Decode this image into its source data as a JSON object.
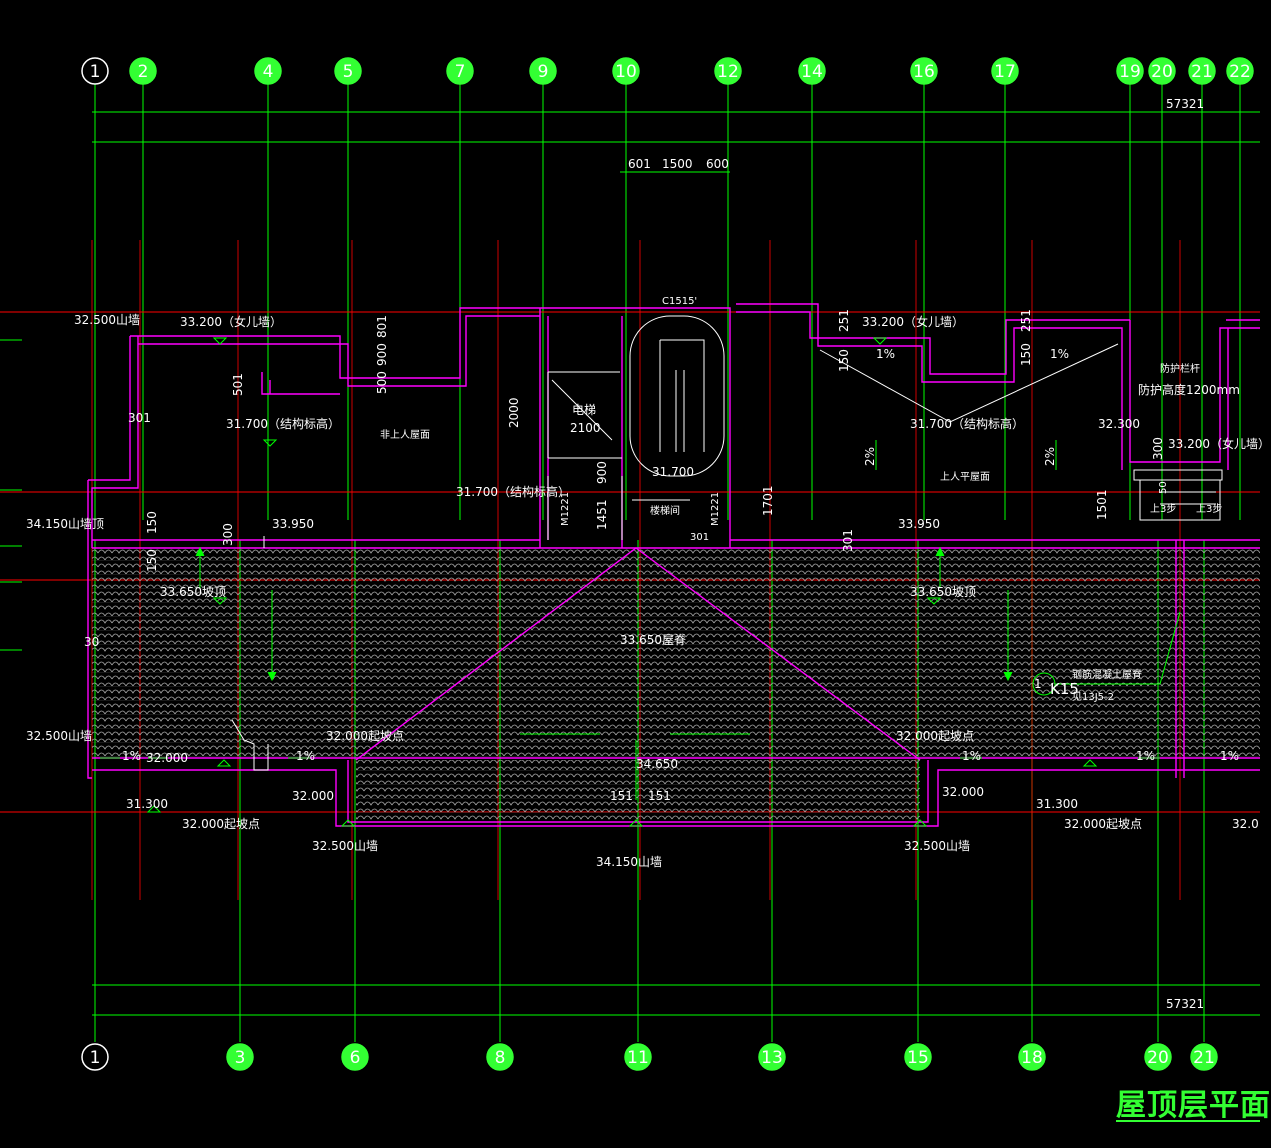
{
  "drawing": {
    "title": "屋顶层平面",
    "colors": {
      "background": "#000000",
      "axis": "#00ff00",
      "axis_bubble": "#33ff33",
      "cut_line": "#ff0000",
      "wall": "#ff00ff",
      "outline": "#ffffff",
      "roof_tile": "#b0b0b0",
      "text": "#ffffff"
    },
    "axes_top": [
      "1",
      "2",
      "4",
      "5",
      "7",
      "9",
      "10",
      "12",
      "14",
      "16",
      "17",
      "19",
      "20",
      "21",
      "22"
    ],
    "axes_bottom": [
      "1",
      "3",
      "6",
      "8",
      "11",
      "13",
      "15",
      "18",
      "20",
      "21"
    ],
    "overall_dim_top": "57321",
    "overall_dim_bottom": "57321",
    "stair_dims": [
      "601",
      "1500",
      "600"
    ],
    "labels": {
      "window": "C1515'",
      "parapet_l": "32.500山墙",
      "parapet_33200_l": "33.200（女儿墙）",
      "dim_801": "801",
      "dim_500": "500",
      "dim_900": "900",
      "dim_501": "501",
      "dim_301": "301",
      "struct_l": "31.700（结构标高）",
      "non_access": "非上人屋面",
      "dim_2000": "2000",
      "elevator": "电梯",
      "elevator_w": "2100",
      "stair_elev": "31.700",
      "dim_900b": "900",
      "struct_mid": "31.700（结构标高）",
      "door_l": "M1221",
      "dim_1451": "1451",
      "stairwell": "楼梯间",
      "door_r": "M1221",
      "dim_301b": "301",
      "dim_1701": "1701",
      "dim_251a": "251",
      "dim_150a": "150",
      "parapet_33200_r": "33.200（女儿墙）",
      "slope_1a": "1%",
      "dim_251b": "251",
      "dim_150b": "150",
      "slope_1b": "1%",
      "struct_r": "31.700（结构标高）",
      "slope_2a": "2%",
      "slope_2b": "2%",
      "accessible": "上人平屋面",
      "rail": "防护栏杆",
      "rail_h": "防护高度1200mm",
      "elev_32300": "32.300",
      "dim_300": "300",
      "parapet_33200_rr": "33.200（女儿墙）",
      "dim_50": "50",
      "dim_1501": "1501",
      "up_step": "上3步",
      "up_step2": "上3步",
      "ridge_34150": "34.150山墙顶",
      "dim_150c": "150",
      "dim_300b": "300",
      "elev_33950a": "33.950",
      "elev_33950b": "33.950",
      "dim_301c": "301",
      "dim_150d": "150",
      "slope_top_l": "33.650坡顶",
      "slope_top_r": "33.650坡顶",
      "ridge_mid": "33.650屋脊",
      "dim_30": "30",
      "gable_l": "32.500山墙",
      "slope_1c": "1%",
      "elev_32000a": "32.000",
      "slope_1d": "1%",
      "start_l": "32.000起坡点",
      "start_r": "32.000起坡点",
      "elev_31300a": "31.300",
      "start_pt_l": "32.000起坡点",
      "elev_32000b": "32.000",
      "gable_bl": "32.500山墙",
      "elev_34650": "34.650",
      "dim_151a": "151",
      "dim_151b": "151",
      "gable_bc": "34.150山墙",
      "elev_32000c": "32.000",
      "gable_br": "32.500山墙",
      "slope_1e": "1%",
      "slope_1f": "1%",
      "slope_1g": "1%",
      "elev_31300b": "31.300",
      "start_pt_r": "32.000起坡点",
      "start_pt_rr": "32.0",
      "detail_no": "1",
      "detail_ref": "K15",
      "detail_note": "钢筋混凝土屋脊",
      "detail_std": "见13J5-2"
    }
  }
}
